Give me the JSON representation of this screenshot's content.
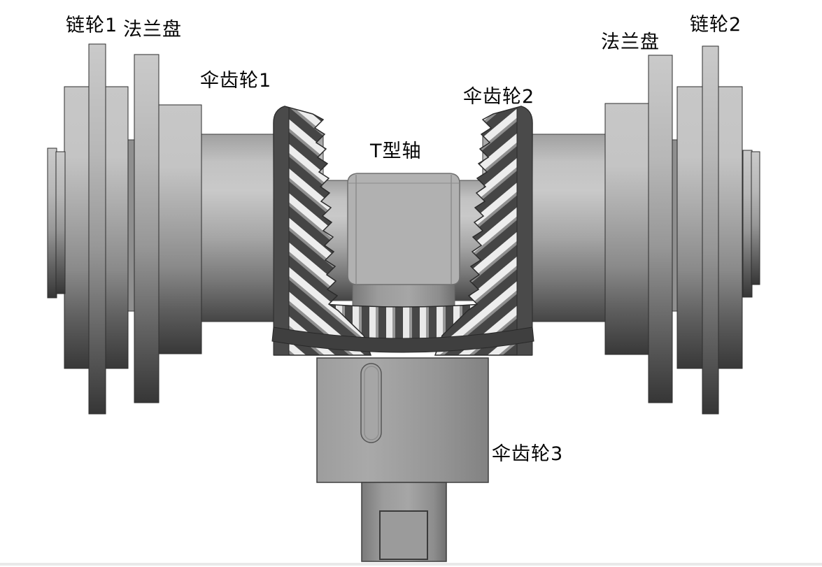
{
  "diagram": {
    "type": "cad-assembly-diagram",
    "labels": {
      "sprocket1": "链轮1",
      "flange_left": "法兰盘",
      "bevel_gear1": "伞齿轮1",
      "t_shaft": "T型轴",
      "bevel_gear2": "伞齿轮2",
      "flange_right": "法兰盘",
      "sprocket2": "链轮2",
      "bevel_gear3": "伞齿轮3"
    },
    "colors": {
      "background": "#ffffff",
      "metal_light": "#c9c9c9",
      "metal_mid": "#a0a0a0",
      "metal_dark": "#3a3a3a",
      "gear_body": "#464646",
      "tooth_highlight": "#ececec",
      "outline": "#2b2b2b",
      "label_text": "#050505",
      "bottom_bar": "#e9e9e9"
    }
  }
}
